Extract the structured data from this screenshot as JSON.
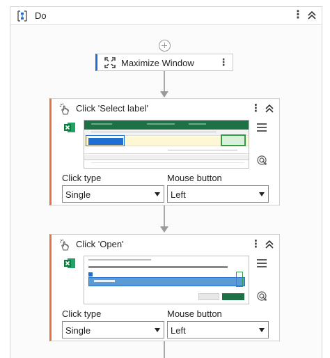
{
  "sequence": {
    "title": "Do",
    "icon": "sequence-icon"
  },
  "activities": {
    "maximize": {
      "label": "Maximize Window",
      "icon": "maximize-window-icon"
    },
    "click_select": {
      "title": "Click 'Select label'",
      "click_type_label": "Click type",
      "click_type_value": "Single",
      "mouse_button_label": "Mouse button",
      "mouse_button_value": "Left"
    },
    "click_open": {
      "title": "Click 'Open'",
      "click_type_label": "Click type",
      "click_type_value": "Single",
      "mouse_button_label": "Mouse button",
      "mouse_button_value": "Left"
    }
  },
  "colors": {
    "accent_blue": "#1f6fd1",
    "accent_orange": "#e57342",
    "excel_green": "#1e7145"
  }
}
